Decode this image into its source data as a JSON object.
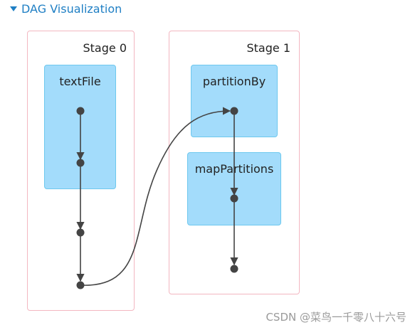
{
  "header": {
    "title": "DAG Visualization"
  },
  "stages": [
    {
      "label": "Stage 0",
      "operations": [
        "textFile"
      ]
    },
    {
      "label": "Stage 1",
      "operations": [
        "partitionBy",
        "mapPartitions"
      ]
    }
  ],
  "watermark": "CSDN @菜鸟一千零八十六号",
  "colors": {
    "accent": "#1f7fc4",
    "stage_border": "#f3b7c1",
    "op_fill": "#a3dcfb",
    "op_border": "#6ec8ee",
    "node": "#444444"
  }
}
